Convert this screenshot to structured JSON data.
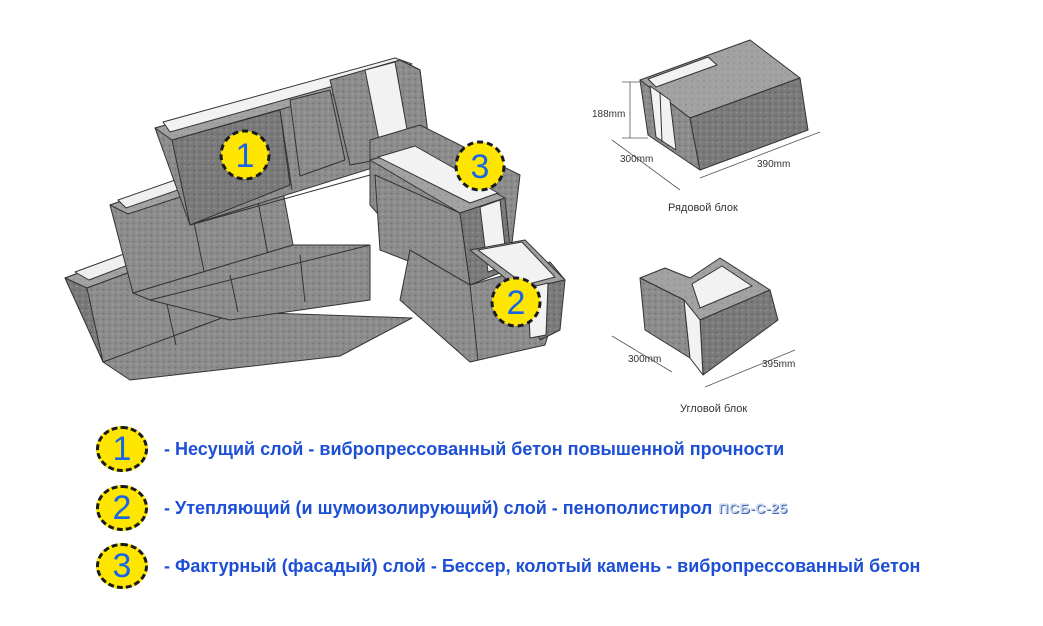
{
  "markers": {
    "m1": "1",
    "m2": "2",
    "m3": "3"
  },
  "row_block": {
    "height_dim": "188mm",
    "width_dim": "300mm",
    "length_dim": "390mm",
    "caption": "Рядовой блок"
  },
  "corner_block": {
    "width_dim": "300mm",
    "length_dim": "395mm",
    "caption": "Угловой блок"
  },
  "legend": [
    {
      "num": "1",
      "text": "- Несущий слой - вибропрессованный бетон повышенной прочности",
      "code": ""
    },
    {
      "num": "2",
      "text": "- Утепляющий (и шумоизолирующий) слой - пенополистирол",
      "code": "ПСБ-С-25"
    },
    {
      "num": "3",
      "text": "- Фактурный (фасадый) слой - Бессер, колотый камень - вибропрессованный бетон",
      "code": ""
    }
  ],
  "colors": {
    "concrete": "#8f8f8f",
    "marker_fill": "#ffe600",
    "marker_text": "#1565e8",
    "legend_text": "#1c4fd6"
  }
}
